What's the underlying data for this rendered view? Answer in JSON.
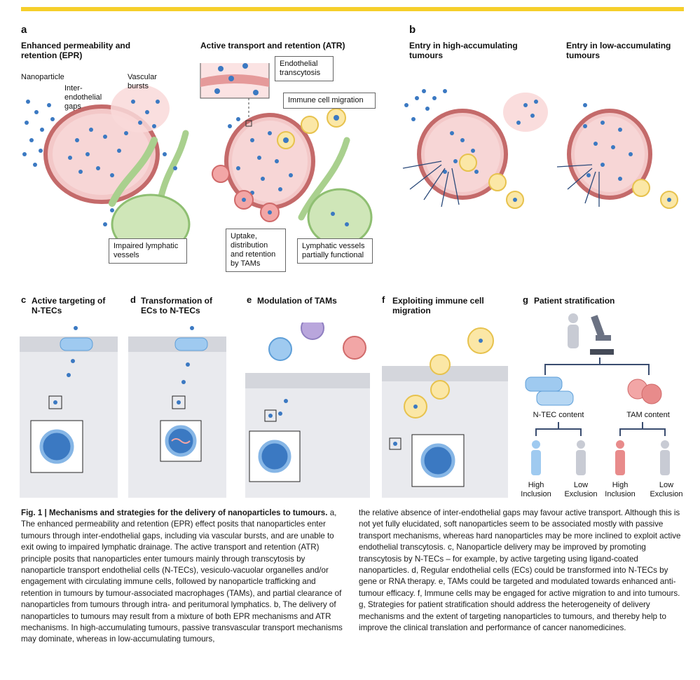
{
  "panel_a": {
    "letter": "a",
    "epr_title": "Enhanced permeability and retention (EPR)",
    "atr_title": "Active transport and retention (ATR)",
    "labels": {
      "nanoparticle": "Nanoparticle",
      "gaps": "Inter-endothelial gaps",
      "bursts": "Vascular bursts",
      "impaired": "Impaired lymphatic vessels",
      "transcytosis": "Endothelial transcytosis",
      "immune_migration": "Immune cell migration",
      "uptake": "Uptake, distribution and retention by TAMs",
      "lymph_partial": "Lymphatic vessels partially functional"
    }
  },
  "panel_b": {
    "letter": "b",
    "high_title": "Entry in high-accumulating tumours",
    "low_title": "Entry in low-accumulating tumours"
  },
  "panel_c": {
    "letter": "c",
    "title": "Active targeting of N-TECs"
  },
  "panel_d": {
    "letter": "d",
    "title": "Transformation of ECs to N-TECs"
  },
  "panel_e": {
    "letter": "e",
    "title": "Modulation of TAMs"
  },
  "panel_f": {
    "letter": "f",
    "title": "Exploiting immune cell migration"
  },
  "panel_g": {
    "letter": "g",
    "title": "Patient stratification",
    "ntec_content": "N-TEC content",
    "tam_content": "TAM content",
    "high_inclusion_1": "High Inclusion",
    "low_exclusion_1": "Low Exclusion",
    "high_inclusion_2": "High Inclusion",
    "low_exclusion_2": "Low Exclusion"
  },
  "caption": {
    "fig": "Fig. 1 | Mechanisms and strategies for the delivery of nanoparticles to tumours.",
    "left_body": "a, The enhanced permeability and retention (EPR) effect posits that nanoparticles enter tumours through inter-endothelial gaps, including via vascular bursts, and are unable to exit owing to impaired lymphatic drainage. The active transport and retention (ATR) principle posits that nanoparticles enter tumours mainly through transcytosis by nanoparticle transport endothelial cells (N-TECs), vesiculo-vacuolar organelles and/or engagement with circulating immune cells, followed by nanoparticle trafficking and retention in tumours by tumour-associated macrophages (TAMs), and partial clearance of nanoparticles from tumours through intra- and peritumoral lymphatics. b, The delivery of nanoparticles to tumours may result from a mixture of both EPR mechanisms and ATR mechanisms. In high-accumulating tumours, passive transvascular transport mechanisms may dominate, whereas in low-accumulating tumours,",
    "right_body": "the relative absence of inter-endothelial gaps may favour active transport. Although this is not yet fully elucidated, soft nanoparticles seem to be associated mostly with passive transport mechanisms, whereas hard nanoparticles may be more inclined to exploit active endothelial transcytosis. c, Nanoparticle delivery may be improved by promoting transcytosis by N-TECs – for example, by active targeting using ligand-coated nanoparticles. d, Regular endothelial cells (ECs) could be transformed into N-TECs by gene or RNA therapy. e, TAMs could be targeted and modulated towards enhanced anti-tumour efficacy. f, Immune cells may be engaged for active migration to and into tumours. g, Strategies for patient stratification should address the heterogeneity of delivery mechanisms and the extent of targeting nanoparticles to tumours, and thereby help to improve the clinical translation and performance of cancer nanomedicines."
  }
}
